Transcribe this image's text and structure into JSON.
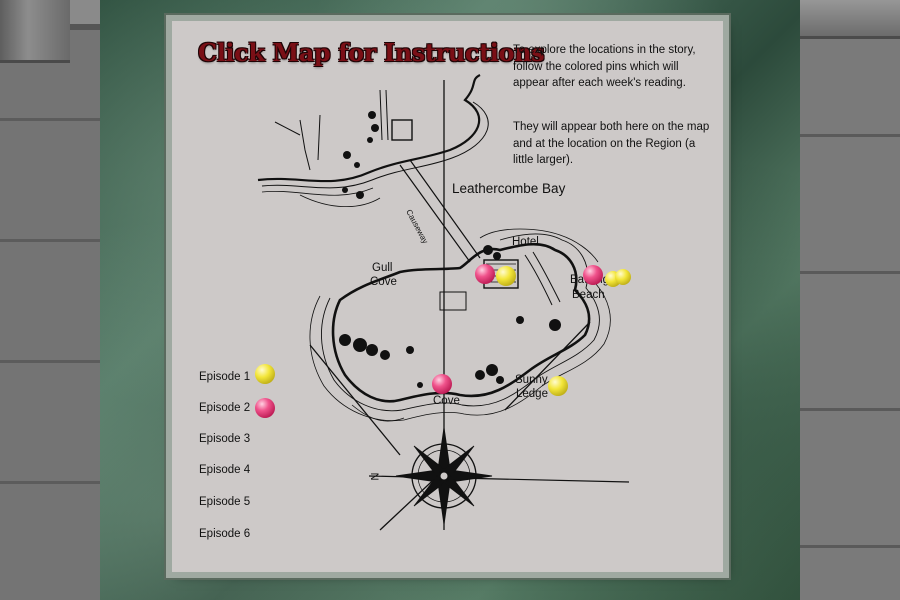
{
  "board": {
    "title": "Click Map for Instructions",
    "instructions": [
      "To explore the locations in the story, follow the colored pins which will appear after each week's reading.",
      "They will appear both here on the map and at the location on the Region (a little larger)."
    ]
  },
  "map": {
    "labels": {
      "bay": "Leathercombe Bay",
      "causeway": "Causeway",
      "hotel": "Hotel",
      "gull_cove_1": "Gull",
      "gull_cove_2": "Cove",
      "pixy_cove": "Cove",
      "sunny_ledge_1": "Sunny",
      "sunny_ledge_2": "Ledge",
      "bathing_beach_1": "Bathing",
      "bathing_beach_2": "Beach",
      "compass_north": "N"
    },
    "pins": [
      {
        "color": "pink",
        "episode": 2
      },
      {
        "color": "yellow",
        "episode": 1
      },
      {
        "color": "pink",
        "episode": 2
      },
      {
        "color": "yellow",
        "episode": 1
      },
      {
        "color": "pink",
        "episode": 2
      },
      {
        "color": "yellow",
        "episode": 1
      }
    ]
  },
  "legend": {
    "episodes": [
      "Episode 1",
      "Episode 2",
      "Episode 3",
      "Episode 4",
      "Episode 5",
      "Episode 6"
    ],
    "pin_colors": {
      "episode_1": "yellow",
      "episode_2": "pink"
    }
  },
  "colors": {
    "board": "#cdc9c8",
    "title": "#7a0f16",
    "pink_pin": "#e8467f",
    "yellow_pin": "#e6d82e",
    "marble": "#3f6651"
  }
}
